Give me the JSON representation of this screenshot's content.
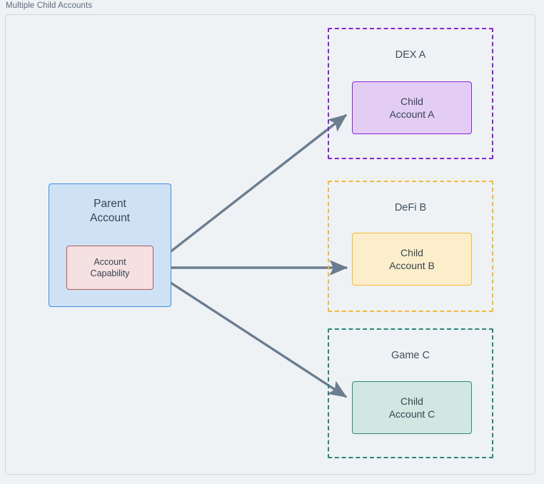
{
  "frame": {
    "title": "Multiple Child Accounts"
  },
  "parent": {
    "title_line1": "Parent",
    "title_line2": "Account",
    "capability_line1": "Account",
    "capability_line2": "Capability",
    "border_color": "#3c8ee0",
    "fill_color": "#cfe1f5",
    "capability_border_color": "#b05a5a",
    "capability_fill_color": "#f5e1e1"
  },
  "groups": [
    {
      "id": "dex",
      "label": "DEX A",
      "accent_color": "#8b23d4",
      "fill_color": "#e3cdf5",
      "child_line1": "Child",
      "child_line2": "Account A"
    },
    {
      "id": "defi",
      "label": "DeFi B",
      "accent_color": "#f5b935",
      "fill_color": "#fdeecb",
      "child_line1": "Child",
      "child_line2": "Account B"
    },
    {
      "id": "game",
      "label": "Game C",
      "accent_color": "#2b8777",
      "fill_color": "#d1e7e2",
      "child_line1": "Child",
      "child_line2": "Account C"
    }
  ],
  "arrows": {
    "color": "#6b7d8e",
    "count": 3,
    "from": "Account Capability",
    "to": [
      "Child Account A",
      "Child Account B",
      "Child Account C"
    ]
  },
  "canvas": {
    "background": "#eef2f5",
    "border_color": "#ccd7e0"
  }
}
